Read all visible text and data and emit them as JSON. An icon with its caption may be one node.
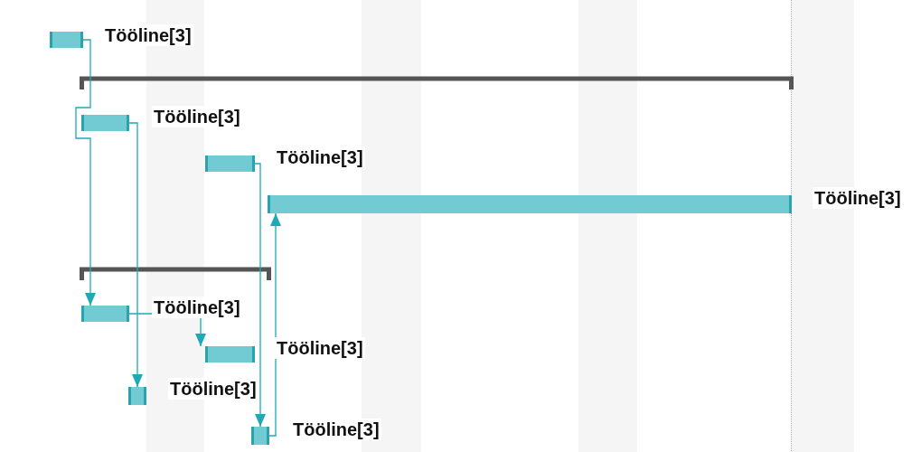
{
  "diagram": {
    "nodes": [
      {
        "text": [],
        "shape": "box",
        "beside": [
          "Tööline[3]"
        ]
      },
      {
        "text": [],
        "shape": "box",
        "beside": [
          "Tööline[3]"
        ]
      },
      {
        "text": [],
        "shape": "box",
        "beside": [
          "Tööline[3]"
        ]
      },
      {
        "text": [],
        "shape": "box",
        "beside": [
          "Tööline[3]"
        ]
      },
      {
        "text": [],
        "shape": "box",
        "beside": [
          "Tööline[3]"
        ]
      },
      {
        "text": [],
        "shape": "box",
        "beside": [
          "Tööline[3]"
        ]
      },
      {
        "text": [],
        "shape": "box",
        "beside": [
          "Tööline[3]"
        ]
      },
      {
        "text": [],
        "shape": "box",
        "beside": [
          "Tööline[3]"
        ]
      }
    ],
    "edges": [
      {
        "from": 0,
        "to": 4,
        "arrow": "to"
      },
      {
        "from": 1,
        "to": 6,
        "arrow": "to"
      },
      {
        "from": 2,
        "to": 7,
        "arrow": "to"
      },
      {
        "from": 4,
        "to": 5,
        "arrow": "to"
      },
      {
        "from": 7,
        "to": 3,
        "arrow": "to"
      }
    ]
  }
}
